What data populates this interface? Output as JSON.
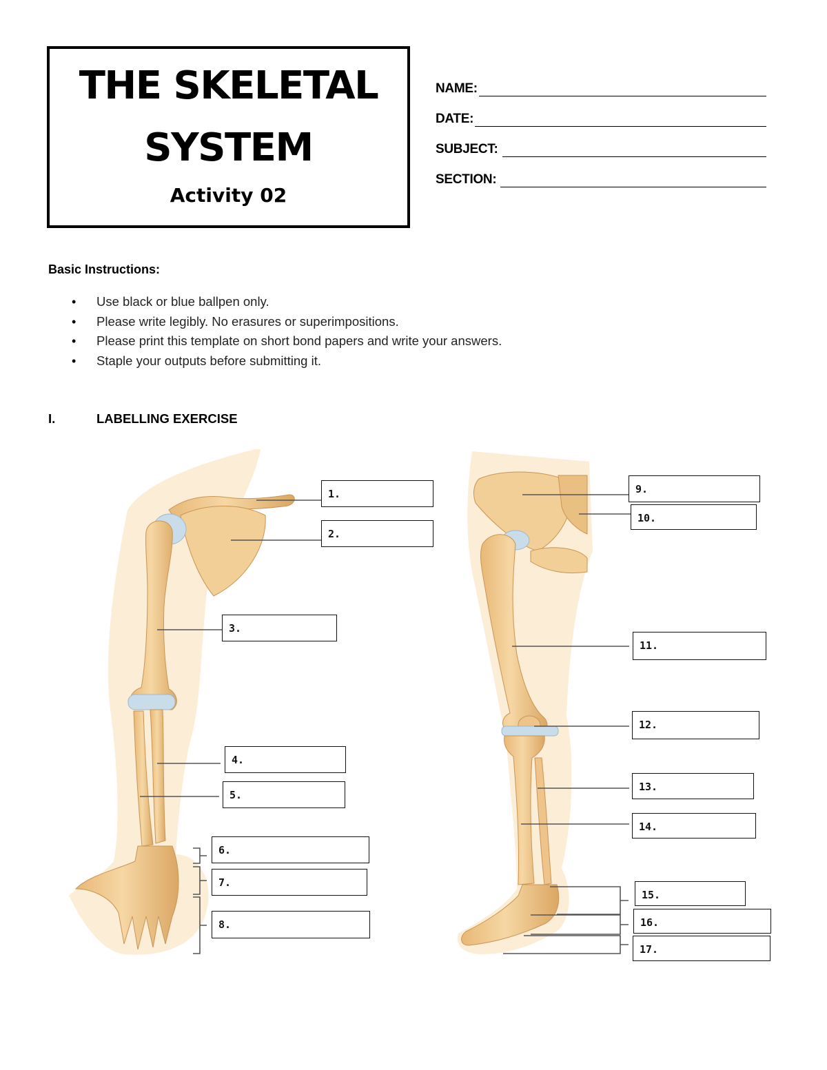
{
  "header": {
    "title_line1": "THE SKELETAL",
    "title_line2": "SYSTEM",
    "subtitle": "Activity 02"
  },
  "info_fields": [
    {
      "label": "NAME:"
    },
    {
      "label": "DATE:"
    },
    {
      "label": "SUBJECT:"
    },
    {
      "label": "SECTION:"
    }
  ],
  "instructions": {
    "heading": "Basic Instructions:",
    "items": [
      "Use black or blue ballpen only.",
      "Please write legibly. No erasures or superimpositions.",
      "Please print this template on short bond papers and write your answers.",
      "Staple your outputs before submitting it."
    ]
  },
  "section": {
    "number": "I.",
    "title": "LABELLING EXERCISE"
  },
  "labels": [
    "1.",
    "2.",
    "3.",
    "4.",
    "5.",
    "6.",
    "7.",
    "8.",
    "9.",
    "10.",
    "11.",
    "12.",
    "13.",
    "14.",
    "15.",
    "16.",
    "17."
  ],
  "colors": {
    "bone": "#f0c98e",
    "bone_shadow": "#d9a55e",
    "cartilage": "#bcd4e6",
    "skin": "#fbe7cc",
    "leader_line": "#555555"
  }
}
